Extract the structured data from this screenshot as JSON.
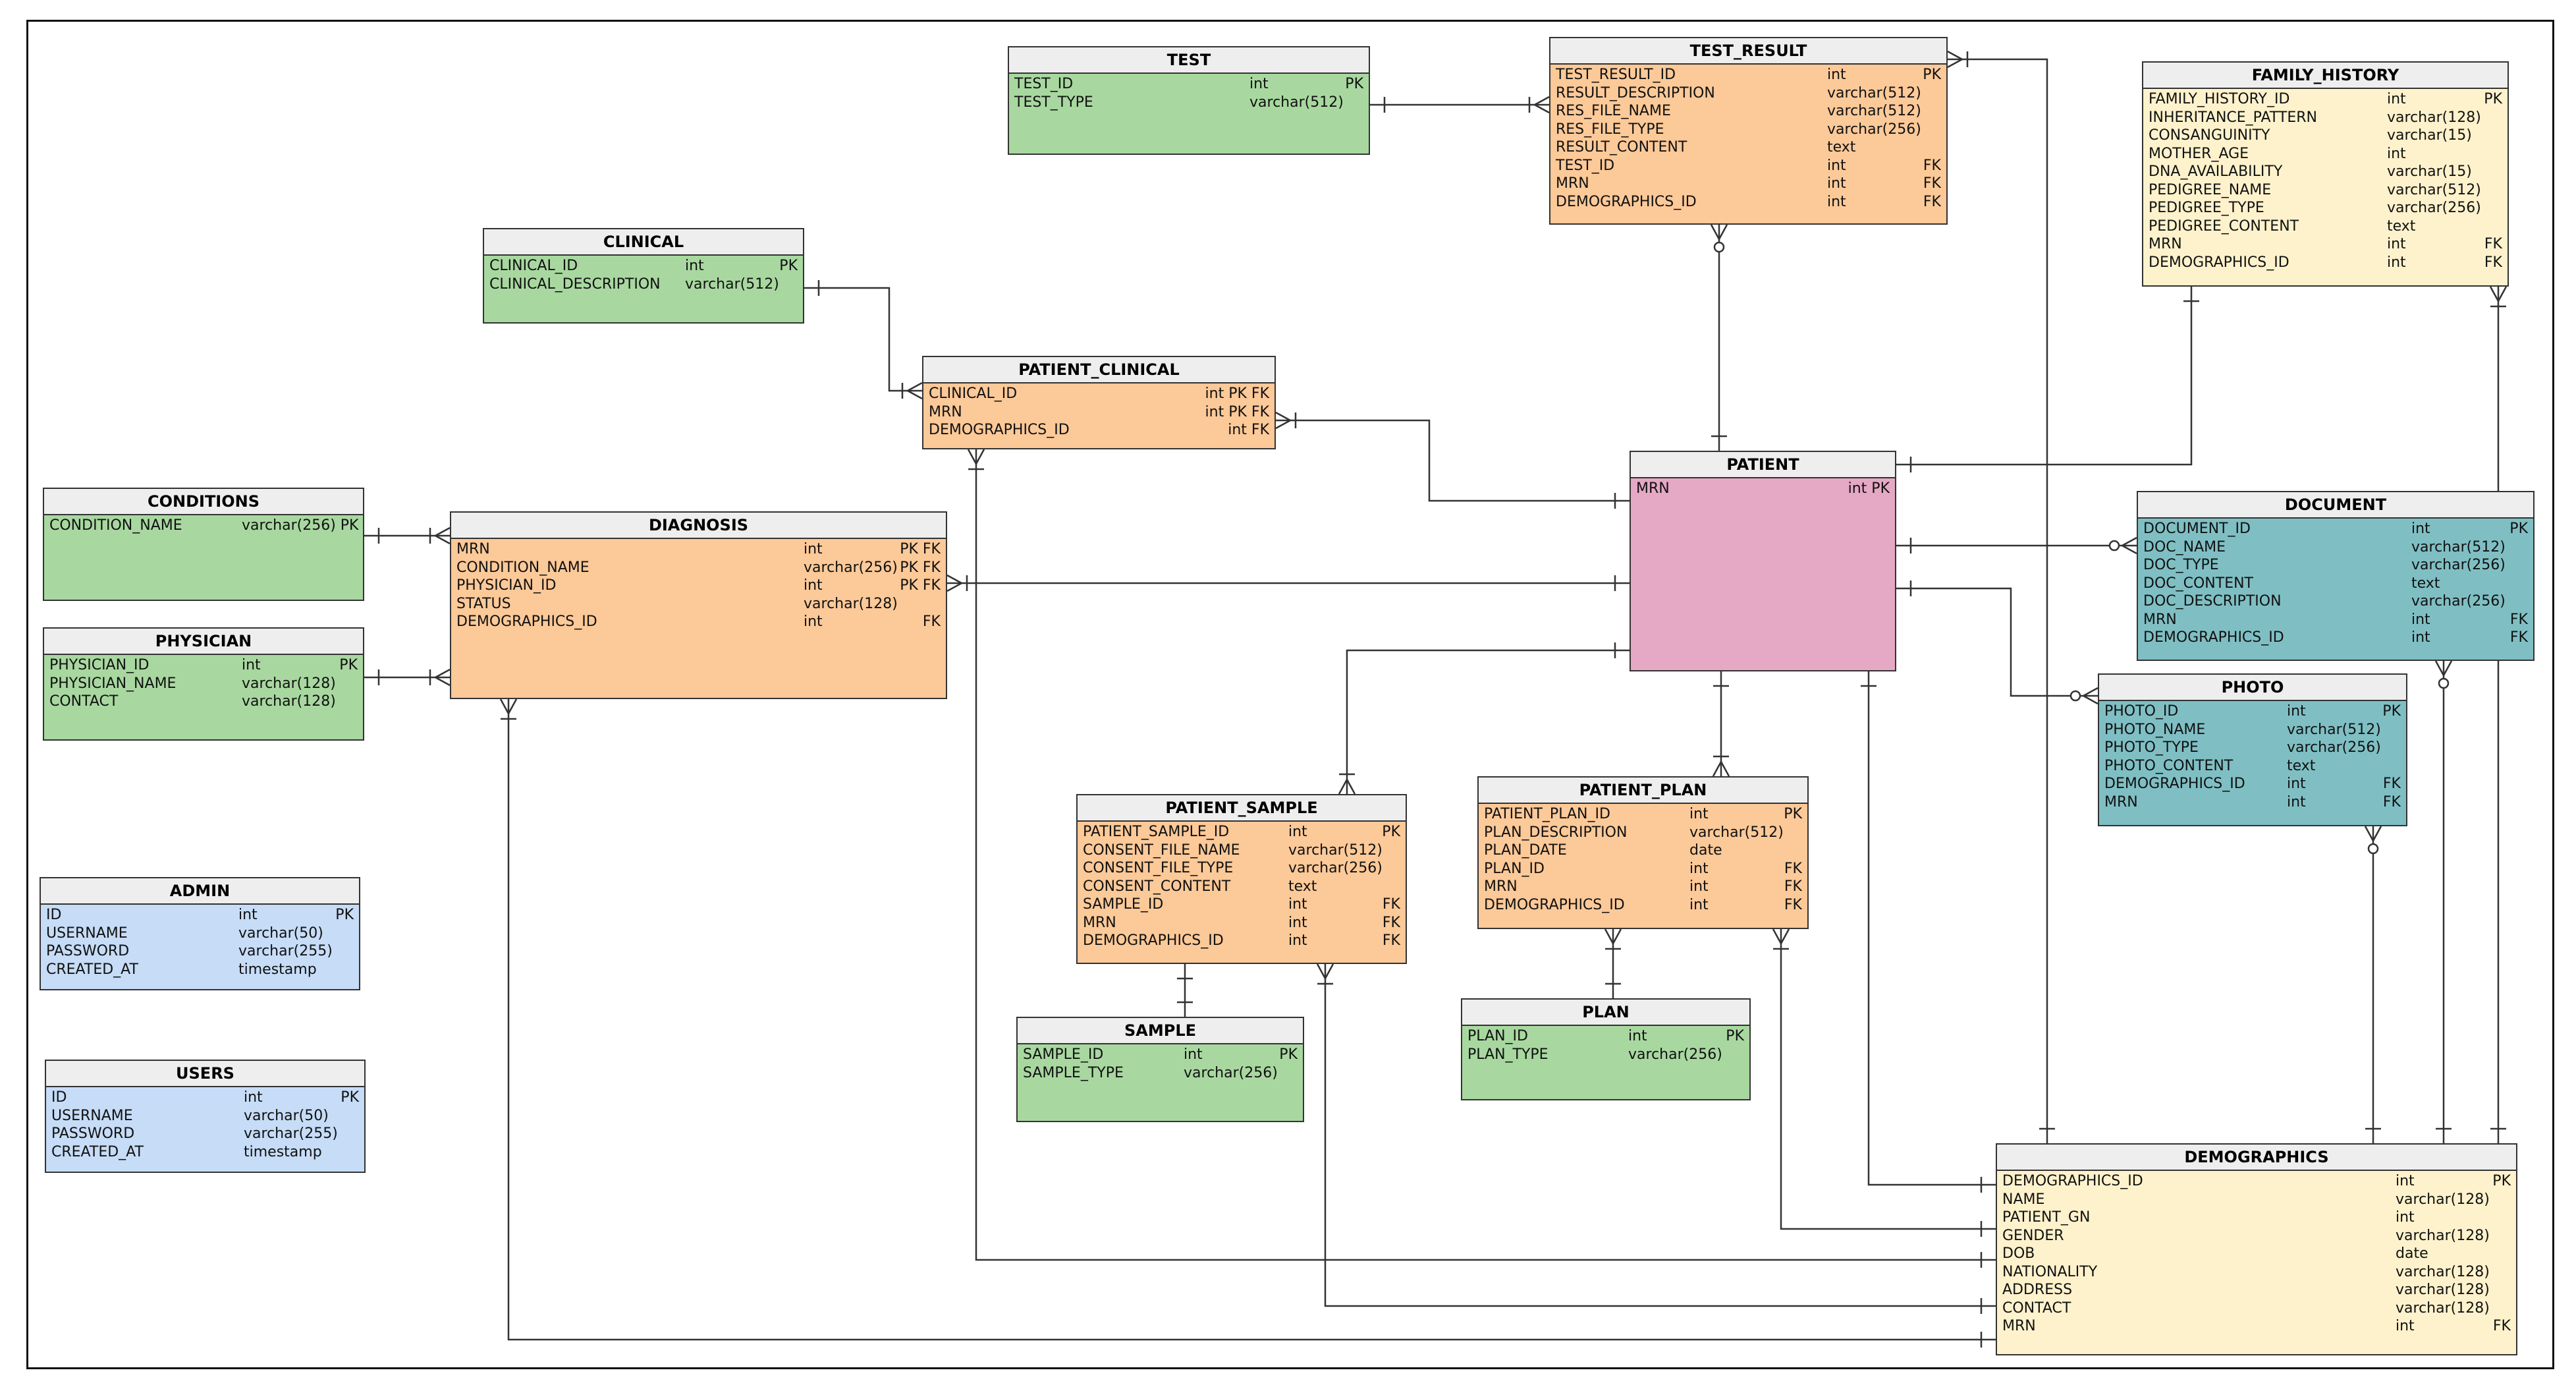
{
  "tables": {
    "test": {
      "name": "TEST",
      "color": "#a8d8a0",
      "rows": [
        {
          "field": "TEST_ID",
          "type": "int",
          "key": "PK"
        },
        {
          "field": "TEST_TYPE",
          "type": "varchar(512)",
          "key": ""
        }
      ]
    },
    "test_result": {
      "name": "TEST_RESULT",
      "color": "#fcc998",
      "rows": [
        {
          "field": "TEST_RESULT_ID",
          "type": "int",
          "key": "PK"
        },
        {
          "field": "RESULT_DESCRIPTION",
          "type": "varchar(512)",
          "key": ""
        },
        {
          "field": "RES_FILE_NAME",
          "type": "varchar(512)",
          "key": ""
        },
        {
          "field": "RES_FILE_TYPE",
          "type": "varchar(256)",
          "key": ""
        },
        {
          "field": "RESULT_CONTENT",
          "type": "text",
          "key": ""
        },
        {
          "field": "TEST_ID",
          "type": "int",
          "key": "FK"
        },
        {
          "field": "MRN",
          "type": "int",
          "key": "FK"
        },
        {
          "field": "DEMOGRAPHICS_ID",
          "type": "int",
          "key": "FK"
        }
      ]
    },
    "family_history": {
      "name": "FAMILY_HISTORY",
      "color": "#fef2cc",
      "rows": [
        {
          "field": "FAMILY_HISTORY_ID",
          "type": "int",
          "key": "PK"
        },
        {
          "field": "INHERITANCE_PATTERN",
          "type": "varchar(128)",
          "key": ""
        },
        {
          "field": "CONSANGUINITY",
          "type": "varchar(15)",
          "key": ""
        },
        {
          "field": "MOTHER_AGE",
          "type": "int",
          "key": ""
        },
        {
          "field": "DNA_AVAILABILITY",
          "type": "varchar(15)",
          "key": ""
        },
        {
          "field": "PEDIGREE_NAME",
          "type": "varchar(512)",
          "key": ""
        },
        {
          "field": "PEDIGREE_TYPE",
          "type": "varchar(256)",
          "key": ""
        },
        {
          "field": "PEDIGREE_CONTENT",
          "type": "text",
          "key": ""
        },
        {
          "field": "MRN",
          "type": "int",
          "key": "FK"
        },
        {
          "field": "DEMOGRAPHICS_ID",
          "type": "int",
          "key": "FK"
        }
      ]
    },
    "clinical": {
      "name": "CLINICAL",
      "color": "#a8d8a0",
      "rows": [
        {
          "field": "CLINICAL_ID",
          "type": "int",
          "key": "PK"
        },
        {
          "field": "CLINICAL_DESCRIPTION",
          "type": "varchar(512)",
          "key": ""
        }
      ]
    },
    "patient_clinical": {
      "name": "PATIENT_CLINICAL",
      "color": "#fcc998",
      "rows": [
        {
          "field": "CLINICAL_ID",
          "type": "",
          "key": "int PK FK"
        },
        {
          "field": "MRN",
          "type": "",
          "key": "int PK FK"
        },
        {
          "field": "DEMOGRAPHICS_ID",
          "type": "",
          "key": "int FK"
        }
      ]
    },
    "patient": {
      "name": "PATIENT",
      "color": "#e5a8c5",
      "rows": [
        {
          "field": "MRN",
          "type": "",
          "key": "int PK"
        }
      ]
    },
    "conditions": {
      "name": "CONDITIONS",
      "color": "#a8d8a0",
      "rows": [
        {
          "field": "CONDITION_NAME",
          "type": "varchar(256) PK",
          "key": ""
        }
      ]
    },
    "diagnosis": {
      "name": "DIAGNOSIS",
      "color": "#fcc998",
      "rows": [
        {
          "field": "MRN",
          "type": "int",
          "key": "PK FK"
        },
        {
          "field": "CONDITION_NAME",
          "type": "varchar(256)",
          "key": "PK FK"
        },
        {
          "field": "PHYSICIAN_ID",
          "type": "int",
          "key": "PK FK"
        },
        {
          "field": "STATUS",
          "type": "varchar(128)",
          "key": ""
        },
        {
          "field": "DEMOGRAPHICS_ID",
          "type": "int",
          "key": "FK"
        }
      ]
    },
    "physician": {
      "name": "PHYSICIAN",
      "color": "#a8d8a0",
      "rows": [
        {
          "field": "PHYSICIAN_ID",
          "type": "int",
          "key": "PK"
        },
        {
          "field": "PHYSICIAN_NAME",
          "type": "varchar(128)",
          "key": ""
        },
        {
          "field": "CONTACT",
          "type": "varchar(128)",
          "key": ""
        }
      ]
    },
    "document": {
      "name": "DOCUMENT",
      "color": "#7fbfc4",
      "rows": [
        {
          "field": "DOCUMENT_ID",
          "type": "int",
          "key": "PK"
        },
        {
          "field": "DOC_NAME",
          "type": "varchar(512)",
          "key": ""
        },
        {
          "field": "DOC_TYPE",
          "type": "varchar(256)",
          "key": ""
        },
        {
          "field": "DOC_CONTENT",
          "type": "text",
          "key": ""
        },
        {
          "field": "DOC_DESCRIPTION",
          "type": "varchar(256)",
          "key": ""
        },
        {
          "field": "MRN",
          "type": "int",
          "key": "FK"
        },
        {
          "field": "DEMOGRAPHICS_ID",
          "type": "int",
          "key": "FK"
        }
      ]
    },
    "photo": {
      "name": "PHOTO",
      "color": "#7fbfc4",
      "rows": [
        {
          "field": "PHOTO_ID",
          "type": "int",
          "key": "PK"
        },
        {
          "field": "PHOTO_NAME",
          "type": "varchar(512)",
          "key": ""
        },
        {
          "field": "PHOTO_TYPE",
          "type": "varchar(256)",
          "key": ""
        },
        {
          "field": "PHOTO_CONTENT",
          "type": "text",
          "key": ""
        },
        {
          "field": "DEMOGRAPHICS_ID",
          "type": "int",
          "key": "FK"
        },
        {
          "field": "MRN",
          "type": "int",
          "key": "FK"
        }
      ]
    },
    "admin": {
      "name": "ADMIN",
      "color": "#c6dcf7",
      "rows": [
        {
          "field": "ID",
          "type": "int",
          "key": "PK"
        },
        {
          "field": "USERNAME",
          "type": "varchar(50)",
          "key": ""
        },
        {
          "field": "PASSWORD",
          "type": "varchar(255)",
          "key": ""
        },
        {
          "field": "CREATED_AT",
          "type": "timestamp",
          "key": ""
        }
      ]
    },
    "users": {
      "name": "USERS",
      "color": "#c6dcf7",
      "rows": [
        {
          "field": "ID",
          "type": "int",
          "key": "PK"
        },
        {
          "field": "USERNAME",
          "type": "varchar(50)",
          "key": ""
        },
        {
          "field": "PASSWORD",
          "type": "varchar(255)",
          "key": ""
        },
        {
          "field": "CREATED_AT",
          "type": "timestamp",
          "key": ""
        }
      ]
    },
    "patient_sample": {
      "name": "PATIENT_SAMPLE",
      "color": "#fcc998",
      "rows": [
        {
          "field": "PATIENT_SAMPLE_ID",
          "type": "int",
          "key": "PK"
        },
        {
          "field": "CONSENT_FILE_NAME",
          "type": "varchar(512)",
          "key": ""
        },
        {
          "field": "CONSENT_FILE_TYPE",
          "type": "varchar(256)",
          "key": ""
        },
        {
          "field": "CONSENT_CONTENT",
          "type": "text",
          "key": ""
        },
        {
          "field": "SAMPLE_ID",
          "type": "int",
          "key": "FK"
        },
        {
          "field": "MRN",
          "type": "int",
          "key": "FK"
        },
        {
          "field": "DEMOGRAPHICS_ID",
          "type": "int",
          "key": "FK"
        }
      ]
    },
    "patient_plan": {
      "name": "PATIENT_PLAN",
      "color": "#fcc998",
      "rows": [
        {
          "field": "PATIENT_PLAN_ID",
          "type": "int",
          "key": "PK"
        },
        {
          "field": "PLAN_DESCRIPTION",
          "type": "varchar(512)",
          "key": ""
        },
        {
          "field": "PLAN_DATE",
          "type": "date",
          "key": ""
        },
        {
          "field": "PLAN_ID",
          "type": "int",
          "key": "FK"
        },
        {
          "field": "MRN",
          "type": "int",
          "key": "FK"
        },
        {
          "field": "DEMOGRAPHICS_ID",
          "type": "int",
          "key": "FK"
        }
      ]
    },
    "sample": {
      "name": "SAMPLE",
      "color": "#a8d8a0",
      "rows": [
        {
          "field": "SAMPLE_ID",
          "type": "int",
          "key": "PK"
        },
        {
          "field": "SAMPLE_TYPE",
          "type": "varchar(256)",
          "key": ""
        }
      ]
    },
    "plan": {
      "name": "PLAN",
      "color": "#a8d8a0",
      "rows": [
        {
          "field": "PLAN_ID",
          "type": "int",
          "key": "PK"
        },
        {
          "field": "PLAN_TYPE",
          "type": "varchar(256)",
          "key": ""
        }
      ]
    },
    "demographics": {
      "name": "DEMOGRAPHICS",
      "color": "#fef2cc",
      "rows": [
        {
          "field": "DEMOGRAPHICS_ID",
          "type": "int",
          "key": "PK"
        },
        {
          "field": "NAME",
          "type": "varchar(128)",
          "key": ""
        },
        {
          "field": "PATIENT_GN",
          "type": "int",
          "key": ""
        },
        {
          "field": "GENDER",
          "type": "varchar(128)",
          "key": ""
        },
        {
          "field": "DOB",
          "type": "date",
          "key": ""
        },
        {
          "field": "NATIONALITY",
          "type": "varchar(128)",
          "key": ""
        },
        {
          "field": "ADDRESS",
          "type": "varchar(128)",
          "key": ""
        },
        {
          "field": "CONTACT",
          "type": "varchar(128)",
          "key": ""
        },
        {
          "field": "MRN",
          "type": "int",
          "key": "FK"
        }
      ]
    }
  },
  "relationships": [
    {
      "from": "test",
      "to": "test_result",
      "from_end": "one",
      "to_end": "many"
    },
    {
      "from": "clinical",
      "to": "patient_clinical",
      "from_end": "one",
      "to_end": "many"
    },
    {
      "from": "patient",
      "to": "patient_clinical",
      "from_end": "one",
      "to_end": "many"
    },
    {
      "from": "patient",
      "to": "test_result",
      "from_end": "one",
      "to_end": "zero-or-many"
    },
    {
      "from": "patient",
      "to": "family_history",
      "from_end": "one",
      "to_end": "one"
    },
    {
      "from": "patient",
      "to": "diagnosis",
      "from_end": "one",
      "to_end": "many"
    },
    {
      "from": "conditions",
      "to": "diagnosis",
      "from_end": "one",
      "to_end": "many"
    },
    {
      "from": "physician",
      "to": "diagnosis",
      "from_end": "one",
      "to_end": "many"
    },
    {
      "from": "patient",
      "to": "document",
      "from_end": "one",
      "to_end": "zero-or-many"
    },
    {
      "from": "patient",
      "to": "photo",
      "from_end": "one",
      "to_end": "zero-or-many"
    },
    {
      "from": "patient",
      "to": "patient_sample",
      "from_end": "one",
      "to_end": "many"
    },
    {
      "from": "patient",
      "to": "patient_plan",
      "from_end": "one",
      "to_end": "many"
    },
    {
      "from": "sample",
      "to": "patient_sample",
      "from_end": "one",
      "to_end": "one"
    },
    {
      "from": "plan",
      "to": "patient_plan",
      "from_end": "one",
      "to_end": "many"
    },
    {
      "from": "demographics",
      "to": "patient",
      "from_end": "one",
      "to_end": "one"
    },
    {
      "from": "demographics",
      "to": "test_result",
      "from_end": "one",
      "to_end": "many"
    },
    {
      "from": "demographics",
      "to": "family_history",
      "from_end": "one",
      "to_end": "many"
    },
    {
      "from": "demographics",
      "to": "document",
      "from_end": "one",
      "to_end": "zero-or-many"
    },
    {
      "from": "demographics",
      "to": "photo",
      "from_end": "one",
      "to_end": "zero-or-many"
    },
    {
      "from": "demographics",
      "to": "patient_plan",
      "from_end": "one",
      "to_end": "many"
    },
    {
      "from": "demographics",
      "to": "patient_sample",
      "from_end": "one",
      "to_end": "many"
    },
    {
      "from": "demographics",
      "to": "patient_clinical",
      "from_end": "one",
      "to_end": "many"
    },
    {
      "from": "demographics",
      "to": "diagnosis",
      "from_end": "one",
      "to_end": "many"
    }
  ]
}
